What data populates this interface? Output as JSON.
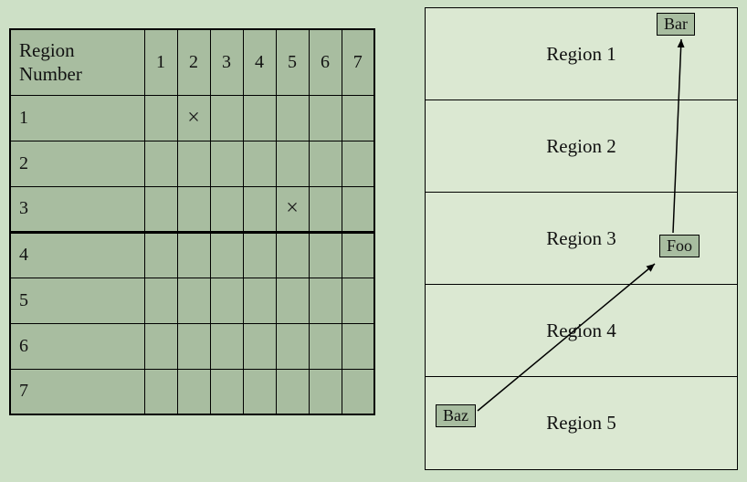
{
  "table": {
    "header_label": "Region Number",
    "columns": [
      "1",
      "2",
      "3",
      "4",
      "5",
      "6",
      "7"
    ],
    "rows": [
      {
        "label": "1",
        "cells": [
          "",
          "×",
          "",
          "",
          "",
          "",
          ""
        ]
      },
      {
        "label": "2",
        "cells": [
          "",
          "",
          "",
          "",
          "",
          "",
          ""
        ]
      },
      {
        "label": "3",
        "cells": [
          "",
          "",
          "",
          "",
          "×",
          "",
          ""
        ]
      },
      {
        "label": "4",
        "cells": [
          "",
          "",
          "",
          "",
          "",
          "",
          ""
        ]
      },
      {
        "label": "5",
        "cells": [
          "",
          "",
          "",
          "",
          "",
          "",
          ""
        ]
      },
      {
        "label": "6",
        "cells": [
          "",
          "",
          "",
          "",
          "",
          "",
          ""
        ]
      },
      {
        "label": "7",
        "cells": [
          "",
          "",
          "",
          "",
          "",
          "",
          ""
        ]
      }
    ]
  },
  "diagram": {
    "regions": [
      {
        "label": "Region 1"
      },
      {
        "label": "Region 2"
      },
      {
        "label": "Region 3"
      },
      {
        "label": "Region 4"
      },
      {
        "label": "Region 5"
      }
    ],
    "tags": {
      "bar": "Bar",
      "foo": "Foo",
      "baz": "Baz"
    }
  },
  "colors": {
    "page_bg": "#cde0c6",
    "table_bg": "#a8bda0",
    "region_bg": "#dbe8d2",
    "tag_bg": "#a8bda0",
    "line": "#000000"
  }
}
